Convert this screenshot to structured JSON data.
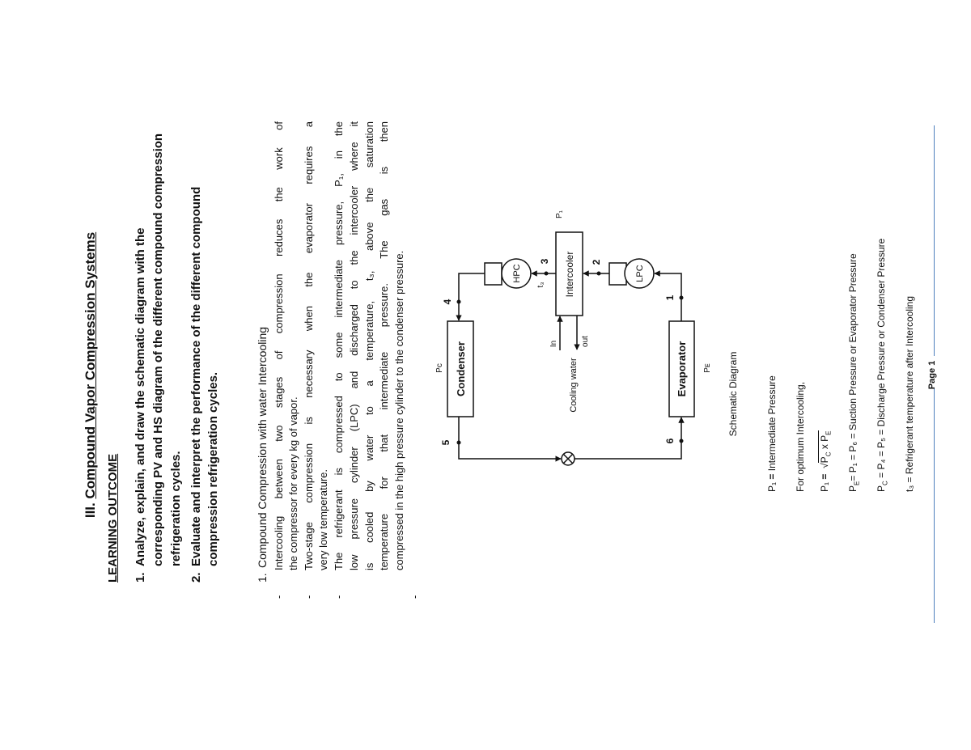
{
  "title": {
    "prefix": "III. ",
    "text": "Compound Vapor Compression Systems"
  },
  "learning_outcome": {
    "heading": "LEARNING OUTCOME",
    "items": [
      {
        "num": "1.",
        "lines": [
          "Analyze, explain, and draw the schematic diagram with the",
          "corresponding PV and HS diagram of the different compound compression",
          "refrigeration cycles."
        ]
      },
      {
        "num": "2.",
        "lines": [
          "Evaluate and interpret the performance of the different compound",
          "compression refrigeration cycles."
        ]
      }
    ]
  },
  "section": {
    "num": "1.",
    "title": "Compound Compression with water Intercooling"
  },
  "bullets": [
    {
      "dash": "-",
      "lines": [
        "Intercooling between two stages of compression reduces the work of",
        "the compressor for every kg of vapor."
      ]
    },
    {
      "dash": "-",
      "lines": [
        "Two-stage compression is necessary when the evaporator requires a",
        "very low temperature."
      ]
    },
    {
      "dash": "-",
      "lines": [
        "The refrigerant is compressed to some intermediate pressure, P₁, in the",
        "low pressure cylinder (LPC) and discharged to the intercooler where it",
        "is cooled by water to a temperature, t₃, above the saturation",
        "temperature for that intermediate pressure. The gas is then",
        "compressed in the high pressure cylinder to the condenser pressure."
      ]
    },
    {
      "dash": "-",
      "lines": []
    }
  ],
  "diagram": {
    "condenser": "Condenser",
    "evaporator": "Evaporator",
    "intercooler": "Intercooler",
    "hpc": "HPC",
    "lpc": "LPC",
    "cooling_water": "Cooling water",
    "in": "In",
    "out": "out",
    "points": [
      "1",
      "2",
      "3",
      "4",
      "5",
      "6"
    ],
    "t3": "t₃",
    "p1": "P₁",
    "pc": "Pc",
    "pe": "Pᴇ",
    "caption": "Schematic Diagram"
  },
  "legend": {
    "l1": {
      "p": "P₁",
      "eq": "=",
      "text": "Intermediate Pressure"
    },
    "l2": "For optimum Intercooling,",
    "l3": {
      "p": "P₁",
      "eq": "=",
      "sqrt": "√",
      "a": "P",
      "as": "C",
      "x": " x ",
      "b": "P",
      "bs": "E"
    },
    "l4": {
      "a": "P",
      "as": "E",
      "rest": "= P₁ = P₆ = Suction Pressure or Evaporator Pressure"
    },
    "l5": {
      "a": "P",
      "as": "C",
      "rest": "= P₄ = P₅ = Discharge Pressure or Condenser Pressure"
    },
    "l6": "t₃ = Refrigerant temperature after Intercooling"
  },
  "footer": {
    "page": "Page 1"
  },
  "colors": {
    "rule": "#4f81bd"
  }
}
